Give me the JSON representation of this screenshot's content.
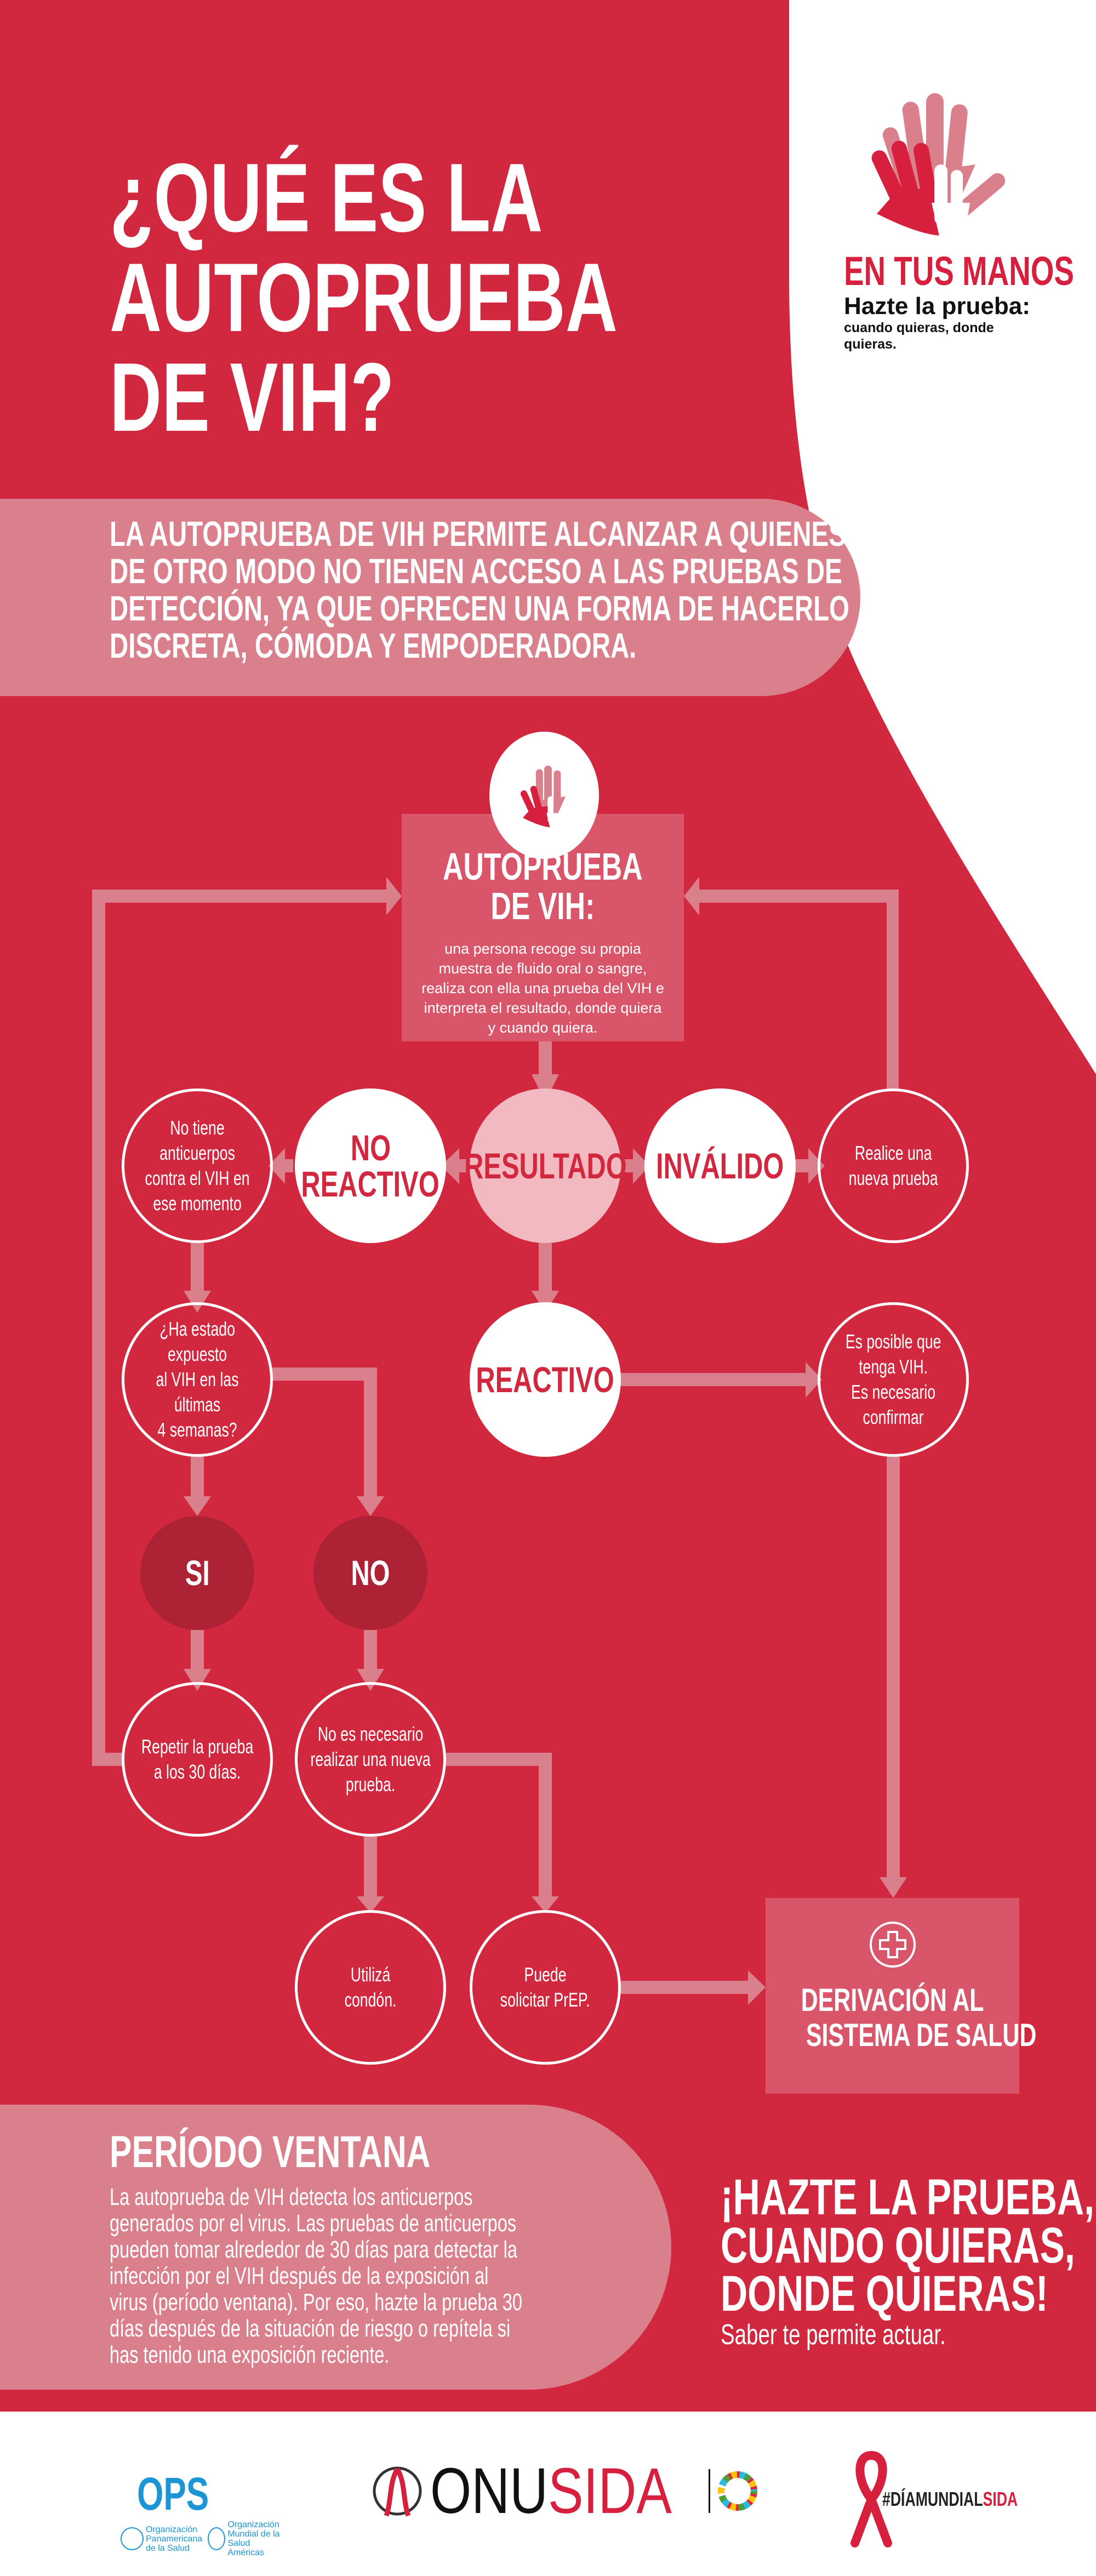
{
  "colors": {
    "background": "#D1283F",
    "pink": "#DA7F8C",
    "box": "#D9566A",
    "dark": "#AD2235",
    "light": "#F2B9C1",
    "white": "#FFFFFF"
  },
  "header": {
    "title_lines": [
      "¿QUÉ ES LA",
      "AUTOPRUEBA",
      "DE VIH?"
    ]
  },
  "campaign_logo": {
    "title": "EN TUS MANOS",
    "subtitle": "Hazte la prueba:",
    "tagline": "cuando quieras, donde quieras.",
    "icon": "hands-icon"
  },
  "intro": {
    "lines": [
      "LA AUTOPRUEBA DE VIH PERMITE ALCANZAR A QUIENES",
      "DE OTRO MODO NO TIENEN ACCESO A LAS PRUEBAS DE",
      "DETECCIÓN, YA QUE OFRECEN UNA FORMA DE HACERLO",
      "DISCRETA, CÓMODA Y EMPODERADORA."
    ]
  },
  "flow": {
    "start": {
      "title_lines": [
        "AUTOPRUEBA",
        "DE VIH:"
      ],
      "desc_lines": [
        "una persona recoge su propia",
        "muestra de fluido oral o sangre,",
        "realiza con ella una prueba del VIH e",
        "interpreta el resultado, donde quiera",
        "y cuando quiera."
      ]
    },
    "resultado": "RESULTADO",
    "no_reactivo": [
      "NO",
      "REACTIVO"
    ],
    "invalido": "INVÁLIDO",
    "reactivo": "REACTIVO",
    "no_anticuerpos": [
      "No tiene",
      "anticuerpos",
      "contra el VIH en",
      "ese momento"
    ],
    "realice": [
      "Realice una",
      "nueva prueba"
    ],
    "expuesto": [
      "¿Ha estado",
      "expuesto",
      "al VIH en las",
      "últimas",
      "4 semanas?"
    ],
    "posible": [
      "Es posible que",
      "tenga VIH.",
      "Es necesario",
      "confirmar"
    ],
    "si": "SI",
    "no": "NO",
    "repetir": [
      "Repetir la prueba",
      "a los 30 días."
    ],
    "no_necesario": [
      "No es necesario",
      "realizar una nueva",
      "prueba."
    ],
    "condon": [
      "Utilizá",
      "condón."
    ],
    "prep": [
      "Puede",
      "solicitar PrEP."
    ],
    "derivacion": [
      "DERIVACIÓN AL",
      "SISTEMA DE SALUD"
    ]
  },
  "periodo": {
    "title": "PERÍODO VENTANA",
    "body_lines": [
      "La autoprueba de VIH detecta los anticuerpos",
      "generados por el virus. Las pruebas de anticuerpos",
      "pueden tomar alrededor de 30 días para detectar la",
      "infección por el VIH después de la exposición al",
      "virus (período ventana). Por eso, hazte la prueba 30",
      "días después de la situación de riesgo o repítela si",
      "has tenido una exposición reciente."
    ]
  },
  "cta": {
    "lines": [
      "¡HAZTE LA PRUEBA,",
      "CUANDO QUIERAS,",
      "DONDE QUIERAS!"
    ],
    "sub": "Saber te permite actuar."
  },
  "footer": {
    "ops": {
      "name": "OPS",
      "org1": [
        "Organización",
        "Panamericana",
        "de la Salud"
      ],
      "org2": [
        "Organización",
        "Mundial de la Salud"
      ],
      "region": "Américas"
    },
    "onusida": {
      "onu": "ONU",
      "sida": "SIDA"
    },
    "hashtag": {
      "a": "#DÍAMUNDIAL",
      "b": "SIDA"
    }
  }
}
